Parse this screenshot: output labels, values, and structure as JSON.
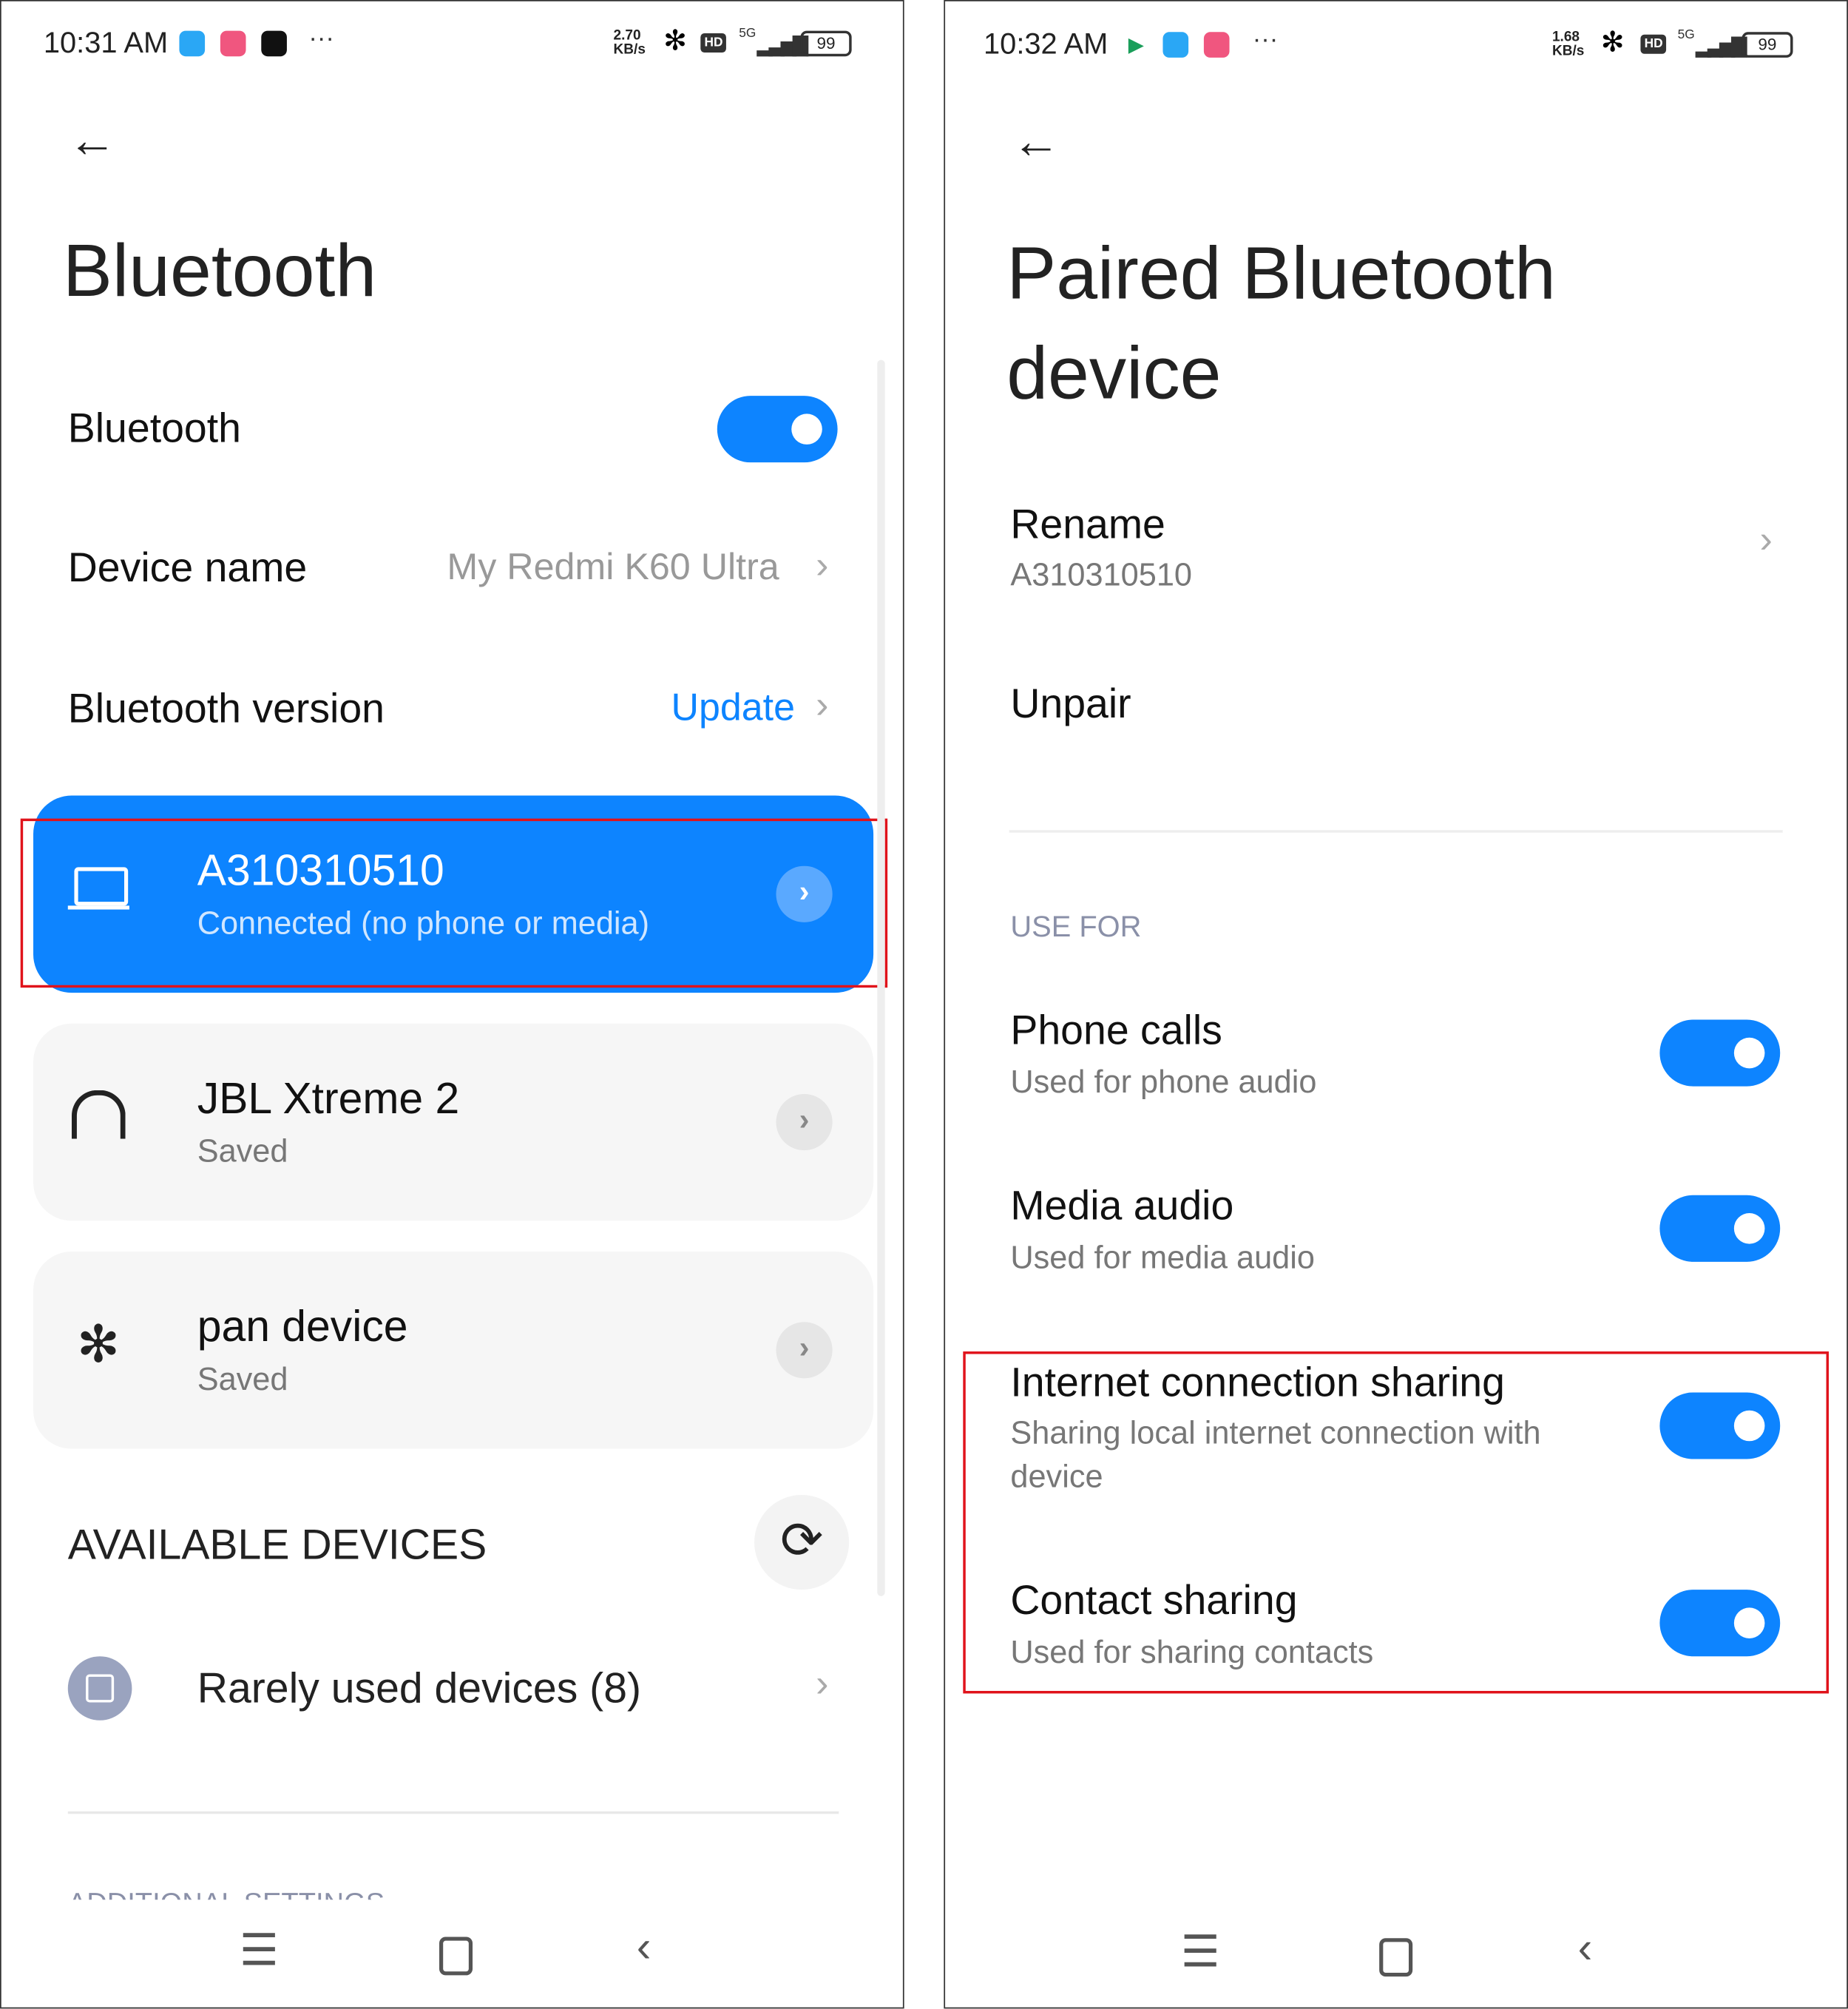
{
  "left": {
    "status": {
      "time": "10:31 AM",
      "net_speed": "2.70",
      "net_unit": "KB/s",
      "hd": "HD",
      "net_type": "5G",
      "battery": "99",
      "more": "···",
      "apps": [
        "cloud-icon",
        "bilibili-icon",
        "tiktok-icon"
      ]
    },
    "title": "Bluetooth",
    "bluetooth_label": "Bluetooth",
    "bluetooth_on": true,
    "device_name_label": "Device name",
    "device_name_value": "My Redmi K60 Ultra",
    "version_label": "Bluetooth version",
    "version_action": "Update",
    "devices": [
      {
        "name": "A310310510",
        "status": "Connected (no phone or media)",
        "icon": "laptop-icon"
      },
      {
        "name": "JBL Xtreme 2",
        "status": "Saved",
        "icon": "headphones-icon"
      },
      {
        "name": "pan device",
        "status": "Saved",
        "icon": "bluetooth-icon"
      }
    ],
    "available_header": "AVAILABLE DEVICES",
    "rarely_used": "Rarely used devices (8)",
    "additional_header": "ADDITIONAL SETTINGS"
  },
  "right": {
    "status": {
      "time": "10:32 AM",
      "net_speed": "1.68",
      "net_unit": "KB/s",
      "hd": "HD",
      "net_type": "5G",
      "battery": "99",
      "more": "···",
      "apps": [
        "play-store-icon",
        "cloud-icon",
        "bilibili-icon"
      ]
    },
    "title_line1": "Paired Bluetooth",
    "title_line2": "device",
    "rename_label": "Rename",
    "rename_value": "A310310510",
    "unpair_label": "Unpair",
    "use_for_header": "USE FOR",
    "options": [
      {
        "label": "Phone calls",
        "desc": "Used for phone audio",
        "on": true
      },
      {
        "label": "Media audio",
        "desc": "Used for media audio",
        "on": true
      },
      {
        "label": "Internet connection sharing",
        "desc_line1": "Sharing local internet connection with",
        "desc_line2": "device",
        "on": true
      },
      {
        "label": "Contact sharing",
        "desc": "Used for sharing contacts",
        "on": true
      }
    ]
  },
  "colors": {
    "accent": "#0d84ff",
    "highlight": "#e0131b"
  }
}
